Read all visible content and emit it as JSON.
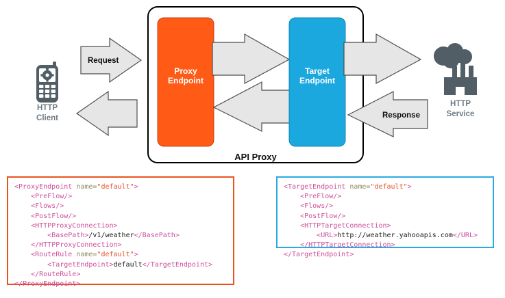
{
  "diagram": {
    "container_label": "API Proxy",
    "nodes": [
      {
        "id": "http-client",
        "label_line1": "HTTP",
        "label_line2": "Client",
        "icon": "mobile-phone-gear-icon"
      },
      {
        "id": "proxy-endpoint",
        "label_line1": "Proxy",
        "label_line2": "Endpoint",
        "color": "#FF5B17"
      },
      {
        "id": "target-endpoint",
        "label_line1": "Target",
        "label_line2": "Endpoint",
        "color": "#1BA8DF"
      },
      {
        "id": "http-service",
        "label_line1": "HTTP",
        "label_line2": "Service",
        "icon": "cloud-factory-icon"
      }
    ],
    "arrows": [
      {
        "id": "request-arrow",
        "label": "Request",
        "direction": "right"
      },
      {
        "id": "proxy-to-target-arrow",
        "label": "",
        "direction": "right"
      },
      {
        "id": "target-to-service-arrow",
        "label": "",
        "direction": "right"
      },
      {
        "id": "service-to-target-arrow",
        "label": "Response",
        "direction": "left"
      },
      {
        "id": "target-to-proxy-arrow",
        "label": "",
        "direction": "left"
      },
      {
        "id": "proxy-to-client-arrow",
        "label": "",
        "direction": "left"
      }
    ],
    "colors": {
      "proxy_orange": "#FF5B17",
      "target_blue": "#1BA8DF",
      "arrow_fill": "#E6E6E6",
      "arrow_stroke": "#4D4D4D",
      "icon_grey": "#515E65",
      "node_label_grey": "#6E7B84"
    }
  },
  "code_blocks": {
    "proxy": {
      "border_color": "#E8521F",
      "lines": [
        [
          {
            "t": "tag",
            "v": "<ProxyEndpoint "
          },
          {
            "t": "attr",
            "v": "name="
          },
          {
            "t": "aval",
            "v": "\"default\""
          },
          {
            "t": "tag",
            "v": ">"
          }
        ],
        [
          {
            "t": "txt",
            "v": "    "
          },
          {
            "t": "tag",
            "v": "<PreFlow/>"
          }
        ],
        [
          {
            "t": "txt",
            "v": "    "
          },
          {
            "t": "tag",
            "v": "<Flows/>"
          }
        ],
        [
          {
            "t": "txt",
            "v": "    "
          },
          {
            "t": "tag",
            "v": "<PostFlow/>"
          }
        ],
        [
          {
            "t": "txt",
            "v": "    "
          },
          {
            "t": "tag",
            "v": "<HTTPProxyConnection>"
          }
        ],
        [
          {
            "t": "txt",
            "v": "        "
          },
          {
            "t": "tag",
            "v": "<BasePath>"
          },
          {
            "t": "txt",
            "v": "/v1/weather"
          },
          {
            "t": "tag",
            "v": "</BasePath>"
          }
        ],
        [
          {
            "t": "txt",
            "v": "    "
          },
          {
            "t": "tag",
            "v": "</HTTPProxyConnection>"
          }
        ],
        [
          {
            "t": "txt",
            "v": "    "
          },
          {
            "t": "tag",
            "v": "<RouteRule "
          },
          {
            "t": "attr",
            "v": "name="
          },
          {
            "t": "aval",
            "v": "\"default\""
          },
          {
            "t": "tag",
            "v": ">"
          }
        ],
        [
          {
            "t": "txt",
            "v": "        "
          },
          {
            "t": "tag",
            "v": "<TargetEndpoint>"
          },
          {
            "t": "txt",
            "v": "default"
          },
          {
            "t": "tag",
            "v": "</TargetEndpoint>"
          }
        ],
        [
          {
            "t": "txt",
            "v": "    "
          },
          {
            "t": "tag",
            "v": "</RouteRule>"
          }
        ],
        [
          {
            "t": "tag",
            "v": "</ProxyEndpoint>"
          }
        ]
      ]
    },
    "target": {
      "border_color": "#29ABE2",
      "lines": [
        [
          {
            "t": "tag",
            "v": "<TargetEndpoint "
          },
          {
            "t": "attr",
            "v": "name="
          },
          {
            "t": "aval",
            "v": "\"default\""
          },
          {
            "t": "tag",
            "v": ">"
          }
        ],
        [
          {
            "t": "txt",
            "v": "    "
          },
          {
            "t": "tag",
            "v": "<PreFlow/>"
          }
        ],
        [
          {
            "t": "txt",
            "v": "    "
          },
          {
            "t": "tag",
            "v": "<Flows/>"
          }
        ],
        [
          {
            "t": "txt",
            "v": "    "
          },
          {
            "t": "tag",
            "v": "<PostFlow/>"
          }
        ],
        [
          {
            "t": "txt",
            "v": "    "
          },
          {
            "t": "tag",
            "v": "<HTTPTargetConnection>"
          }
        ],
        [
          {
            "t": "txt",
            "v": "        "
          },
          {
            "t": "tag",
            "v": "<URL>"
          },
          {
            "t": "txt",
            "v": "http://weather.yahooapis.com"
          },
          {
            "t": "tag",
            "v": "</URL>"
          }
        ],
        [
          {
            "t": "txt",
            "v": "    "
          },
          {
            "t": "tag",
            "v": "</HTTPTargetConnection>"
          }
        ],
        [
          {
            "t": "tag",
            "v": "</TargetEndpoint>"
          }
        ]
      ]
    }
  }
}
